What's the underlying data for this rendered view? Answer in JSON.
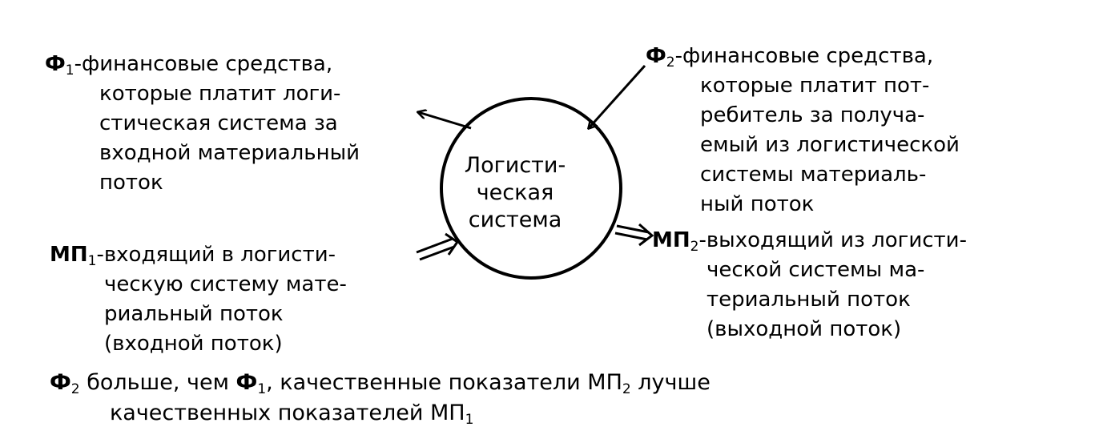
{
  "center": {
    "lines": [
      "Логисти-",
      "ческая",
      "система"
    ]
  },
  "f1": {
    "label": "Ф",
    "sub": "1",
    "lines": [
      "-финансовые средства,",
      "которые платит логи-",
      "стическая система за",
      "входной материальный",
      "поток"
    ]
  },
  "f2": {
    "label": "Ф",
    "sub": "2",
    "lines": [
      "-финансовые средства,",
      "которые платит пот-",
      "ребитель за получа-",
      "емый из логистической",
      "системы материаль-",
      "ный поток"
    ]
  },
  "mp1": {
    "label": "МП",
    "sub": "1",
    "lines": [
      "-входящий в логисти-",
      "ческую систему мате-",
      "риальный поток",
      "(входной поток)"
    ]
  },
  "mp2": {
    "label": "МП",
    "sub": "2",
    "lines": [
      "-выходящий из логисти-",
      "ческой системы ма-",
      "териальный поток",
      "(выходной поток)"
    ]
  },
  "footer": {
    "f_label": "Ф",
    "f2_sub": "2",
    "text_a": " больше, чем ",
    "f1_sub": "1",
    "text_b": ", качественные показатели МП",
    "mp2_sub": "2",
    "text_c": " лучше",
    "line2": "качественных показателей МП",
    "mp1_sub": "1"
  }
}
